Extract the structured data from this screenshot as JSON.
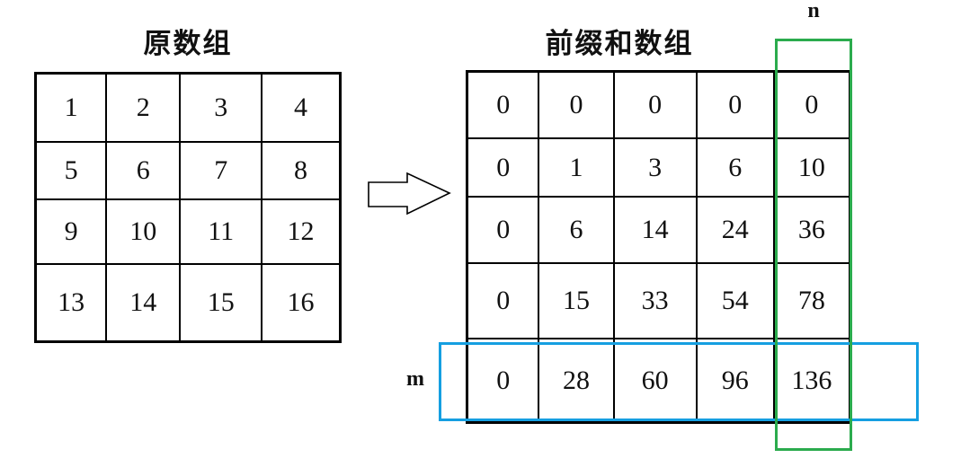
{
  "diagram": {
    "left_table_title": "原数组",
    "right_table_title": "前缀和数组",
    "column_label": "n",
    "row_label": "m"
  },
  "original": {
    "rows": [
      [
        "1",
        "2",
        "3",
        "4"
      ],
      [
        "5",
        "6",
        "7",
        "8"
      ],
      [
        "9",
        "10",
        "11",
        "12"
      ],
      [
        "13",
        "14",
        "15",
        "16"
      ]
    ]
  },
  "prefix": {
    "rows": [
      [
        "0",
        "0",
        "0",
        "0",
        "0"
      ],
      [
        "0",
        "1",
        "3",
        "6",
        "10"
      ],
      [
        "0",
        "6",
        "14",
        "24",
        "36"
      ],
      [
        "0",
        "15",
        "33",
        "54",
        "78"
      ],
      [
        "0",
        "28",
        "60",
        "96",
        "136"
      ]
    ]
  },
  "colors": {
    "column_highlight": "#2bab4d",
    "row_highlight": "#159fe1",
    "grid_line": "#000000"
  },
  "icons": {
    "transform_arrow": "right-block-arrow"
  }
}
